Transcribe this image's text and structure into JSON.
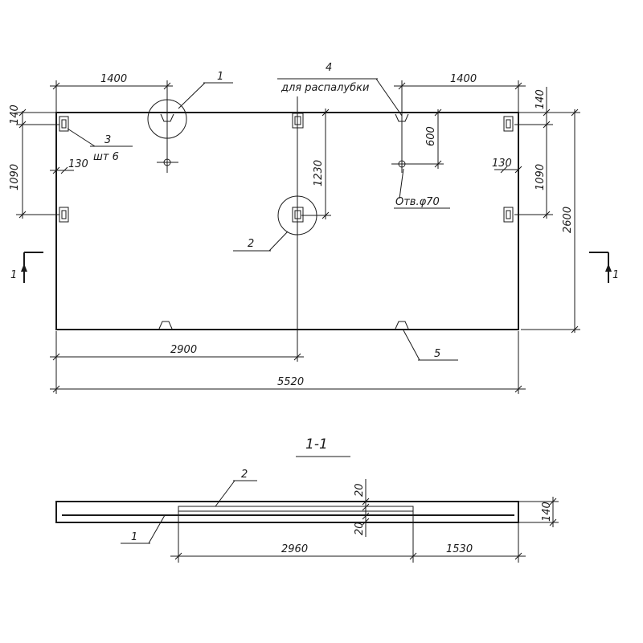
{
  "plan": {
    "callouts": {
      "one": "1",
      "two": "2",
      "three": "3",
      "three_note": "шт 6",
      "four": "4",
      "four_note": "для распалубки",
      "five": "5",
      "hole_note": "Отв.φ70"
    },
    "dims": {
      "top_left": "1400",
      "top_right": "1400",
      "bottom_half": "2900",
      "overall_length": "5520",
      "left_140": "140",
      "left_1090": "1090",
      "left_130": "130",
      "mid_1230": "1230",
      "right_600": "600",
      "right_130": "130",
      "right_140": "140",
      "right_1090": "1090",
      "right_2600": "2600"
    },
    "section_marks": {
      "left": "1",
      "right": "1"
    }
  },
  "section": {
    "title": "1-1",
    "callouts": {
      "one": "1",
      "two": "2"
    },
    "dims": {
      "top_20": "20",
      "bottom_20": "20",
      "thickness_140": "140",
      "length_2960": "2960",
      "length_1530": "1530"
    }
  }
}
